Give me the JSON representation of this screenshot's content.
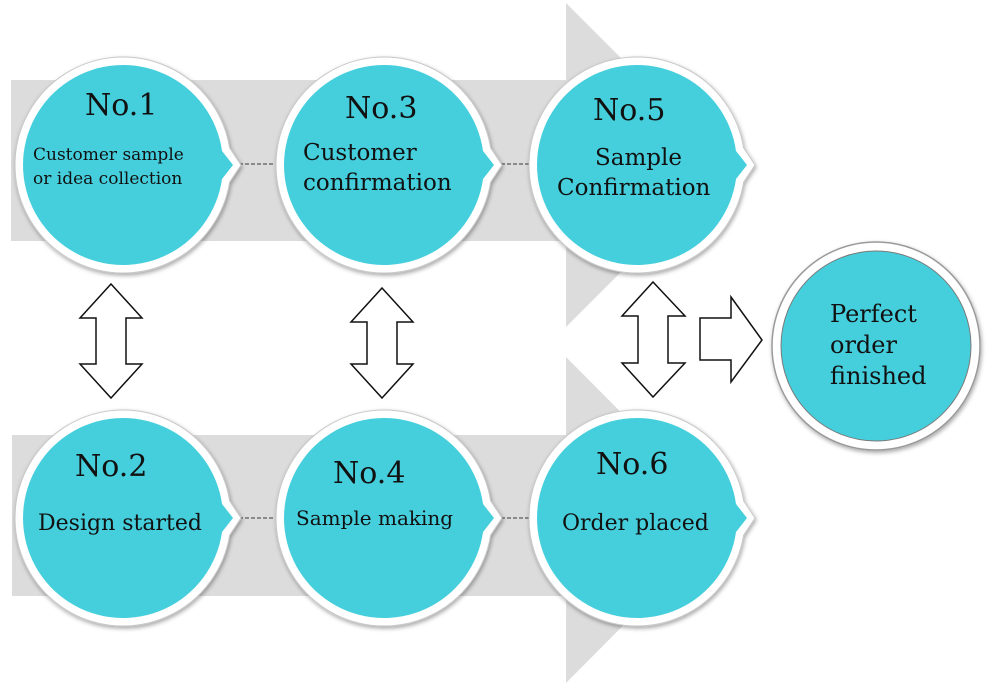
{
  "colors": {
    "circle_fill": "#45CFDD",
    "circle_ring": "#ffffff",
    "band": "#DCDCDC",
    "connector": "#8a8a8a",
    "text": "#111111"
  },
  "steps": [
    {
      "number": "No.1",
      "label_lines": [
        "Customer sample",
        "or idea collection"
      ]
    },
    {
      "number": "No.2",
      "label_lines": [
        "Design started"
      ]
    },
    {
      "number": "No.3",
      "label_lines": [
        "Customer",
        "confirmation"
      ]
    },
    {
      "number": "No.4",
      "label_lines": [
        "Sample making"
      ]
    },
    {
      "number": "No.5",
      "label_lines": [
        "Sample",
        "Confirmation"
      ]
    },
    {
      "number": "No.6",
      "label_lines": [
        "Order placed"
      ]
    }
  ],
  "final": {
    "label_lines": [
      "Perfect",
      "order",
      "finished"
    ]
  },
  "connections": [
    {
      "from": "No.1",
      "to": "No.3",
      "type": "dotted-line"
    },
    {
      "from": "No.3",
      "to": "No.5",
      "type": "dotted-line"
    },
    {
      "from": "No.2",
      "to": "No.4",
      "type": "dotted-line"
    },
    {
      "from": "No.4",
      "to": "No.6",
      "type": "dotted-line"
    },
    {
      "from": "No.1",
      "to": "No.2",
      "type": "double-arrow"
    },
    {
      "from": "No.3",
      "to": "No.4",
      "type": "double-arrow"
    },
    {
      "from": "No.5",
      "to": "No.6",
      "type": "double-arrow"
    },
    {
      "from": "No.5/No.6",
      "to": "Perfect order finished",
      "type": "right-arrow"
    }
  ]
}
